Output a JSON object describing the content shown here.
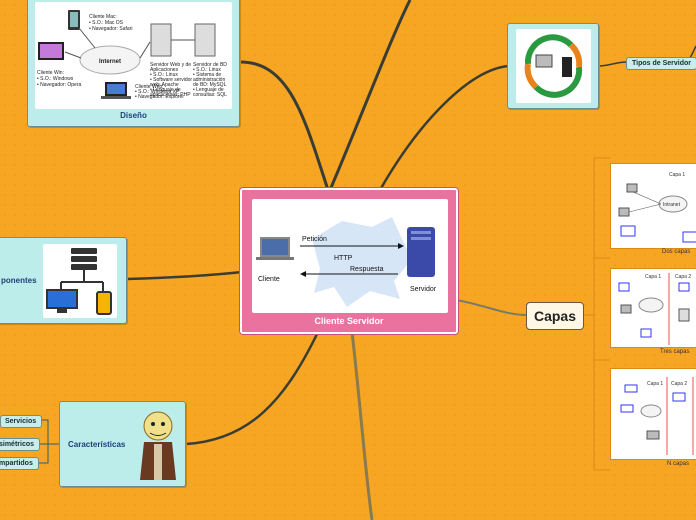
{
  "central": {
    "caption": "Cliente Servidor",
    "diagram": {
      "request": "Petición",
      "protocol": "HTTP",
      "response": "Respuesta",
      "client": "Cliente",
      "server": "Servidor"
    }
  },
  "diseno": {
    "caption": "Diseño",
    "internet": "Internet",
    "notes": {
      "mac": [
        "Cliente Mac:",
        "• S.O.: Mac OS",
        "• Navegador: Safari"
      ],
      "win": [
        "Cliente Win:",
        "• S.O.: Windows",
        "• Navegador: Opera"
      ],
      "web": [
        "Servidor Web y de",
        "Aplicaciones",
        "• S.O.: Linux",
        "• Software servidor",
        "  web: Apache",
        "• Lenguaje de",
        "  aplicaciones: PHP"
      ],
      "bd": [
        "Servidor de BD",
        "• S.O.: Linux",
        "• Sistema de",
        "  administración",
        "  de BD: MySQL",
        "• Lenguaje de",
        "  consultas: SQL"
      ],
      "web_client": [
        "Cliente Web:",
        "• S.O.: Windows XP",
        "• Navegador: Explorer"
      ]
    }
  },
  "tipos_servidor": {
    "label": "Tipos de Servidor"
  },
  "componentes": {
    "label": "ponentes"
  },
  "caracteristicas": {
    "label": "Características",
    "items": [
      "Servicios",
      "simétricos",
      "mpartidos"
    ]
  },
  "capas": {
    "label": "Capas",
    "thumbs": [
      {
        "caption": "Dos capas",
        "layer1": "Capa 1",
        "cloud": "Intranet"
      },
      {
        "caption": "Tres capas",
        "layer1": "Capa 1",
        "layer2": "Capa 2"
      },
      {
        "caption": "N capas",
        "layer1": "Capa 1",
        "layer2": "Capa 2"
      }
    ]
  }
}
